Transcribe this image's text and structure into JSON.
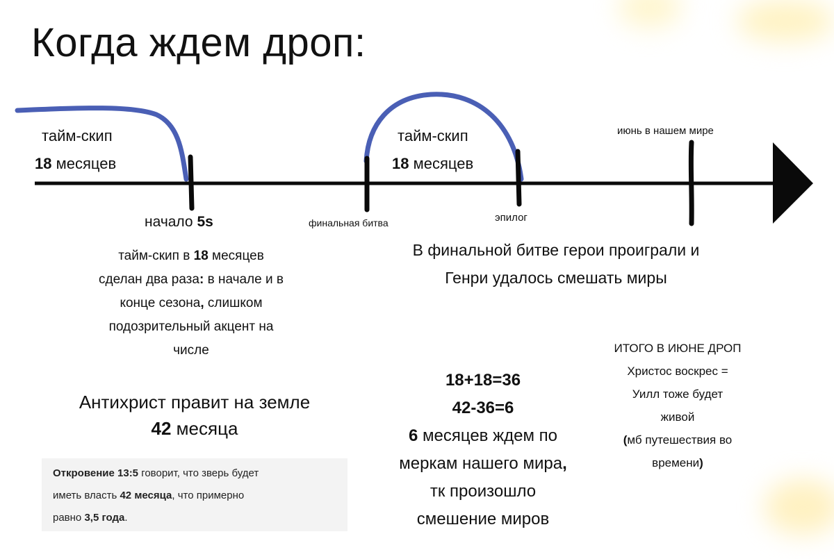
{
  "title": "Когда ждем дроп:",
  "timeline": {
    "timeskip1": {
      "label": "тайм-скип",
      "num": "18",
      "unit": " месяцев"
    },
    "timeskip2": {
      "label": "тайм-скип",
      "num": "18",
      "unit": " месяцев"
    },
    "june_label": "июнь в нашем мире",
    "start_label": "начало ",
    "start_season": "5s",
    "final_battle_label": "финальная битва",
    "epilogue_label": "эпилог"
  },
  "left_block": {
    "p1": [
      "тайм-скип в ",
      "18",
      " месяцев"
    ],
    "p2": [
      "сделан два раза",
      ":",
      " в начале и в"
    ],
    "p3": [
      "конце сезона",
      ",",
      " слишком"
    ],
    "p4": "подозрительный акцент на",
    "p5": "числе",
    "antichrist_line": "Антихрист правит на земле",
    "antichrist_num": "42",
    "antichrist_unit": " месяца"
  },
  "quote": {
    "ref": "Откровение 13:5",
    "t1": " говорит, что зверь будет",
    "t2": "иметь власть ",
    "t2b": "42 месяца",
    "t2c": ", что примерно",
    "t3": "равно ",
    "t3b": "3,5 года",
    "t3c": "."
  },
  "middle_block": {
    "line1": "В финальной битве герои проиграли и",
    "line2": "Генри удалось смешать миры",
    "calc1": "18+18=36",
    "calc2": "42-36=6",
    "c1_num": "6",
    "c1_text": " месяцев ждем по",
    "c2": "меркам нашего мира",
    "c2_comma": ",",
    "c3": "тк произошло",
    "c4": "смешение миров"
  },
  "right_block": {
    "r1": "ИТОГО В ИЮНЕ ДРОП",
    "r2": "Христос воскрес =",
    "r3": "Уилл тоже будет",
    "r4": "живой",
    "r5_open": "(",
    "r5": "мб путешествия во",
    "r6": "времени",
    "r6_close": ")"
  },
  "colors": {
    "arc": "#4a5fb5",
    "line": "#0a0a0a"
  }
}
